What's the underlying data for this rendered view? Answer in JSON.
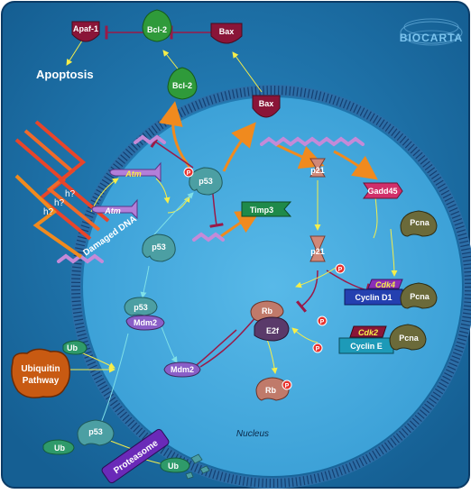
{
  "logo": "BIOCARTA",
  "labels": {
    "apaf1": "Apaf-1",
    "bcl2_top": "Bcl-2",
    "bax_top": "Bax",
    "apoptosis": "Apoptosis",
    "bcl2_mid": "Bcl-2",
    "bax_mid": "Bax",
    "atm_1": "Atm",
    "atm_2": "Atm",
    "h1": "h?",
    "h2": "h?",
    "h3": "h?",
    "damaged_dna": "Damaged DNA",
    "p53_a": "p53",
    "p53_b": "p53",
    "p53_c": "p53",
    "p53_d": "p53",
    "timp3": "Timp3",
    "p21_a": "p21",
    "p21_b": "p21",
    "gadd45": "Gadd45",
    "pcna_a": "Pcna",
    "pcna_b": "Pcna",
    "pcna_c": "Pcna",
    "cdk4": "Cdk4",
    "cyclin_d1": "Cyclin D1",
    "cdk2": "Cdk2",
    "cyclin_e": "Cyclin E",
    "mdm2_a": "Mdm2",
    "mdm2_b": "Mdm2",
    "rb_a": "Rb",
    "e2f": "E2f",
    "rb_b": "Rb",
    "ub_a": "Ub",
    "ub_b": "Ub",
    "ub_c": "Ub",
    "ubiquitin": "Ubiquitin",
    "pathway": "Pathway",
    "proteasome": "Proteasome",
    "nucleus": "Nucleus",
    "p": "P"
  },
  "colors": {
    "cytoplasm": "#1f7fb4",
    "nucleus": "#44a8dd",
    "membrane": "#2a6fa8",
    "maroon": "#8a1538",
    "green": "#2f9a3a",
    "teal": "#4c9fa3",
    "purple": "#b27fd9",
    "salmon": "#d08878",
    "olive": "#6b6a3a",
    "navy": "#2440b0",
    "orange": "#f08a1e",
    "yellow": "#f5ee4a"
  }
}
